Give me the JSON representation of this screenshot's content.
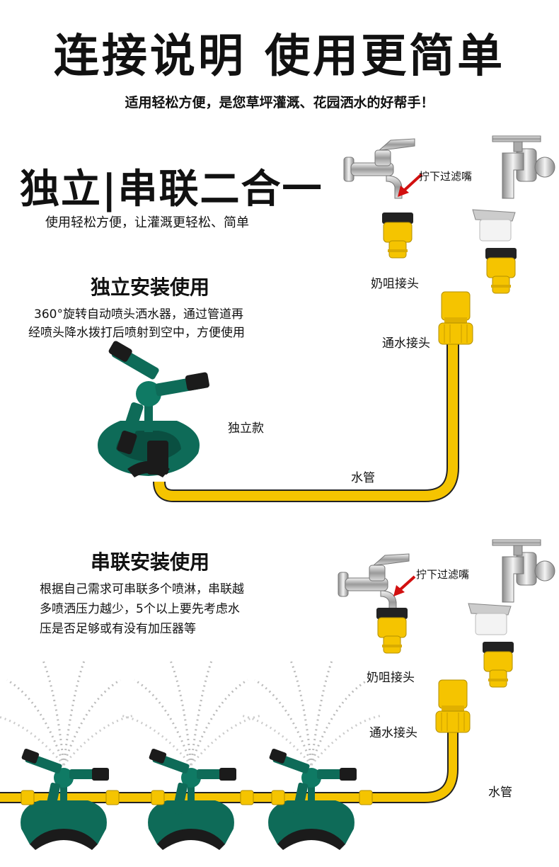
{
  "header": {
    "title": "连接说明 使用更简单",
    "subtitle": "适用轻松方便，是您草坪灌溉、花园洒水的好帮手！"
  },
  "intro": {
    "heading": "独立|串联二合一",
    "description": "使用轻松方便，让灌溉更轻松、简单"
  },
  "standalone": {
    "heading": "独立安装使用",
    "text_line1": "360°旋转自动喷头洒水器，通过管道再",
    "text_line2": "经喷头降水拨打后喷射到空中，方便使用",
    "labels": {
      "filter": "拧下过滤嘴",
      "nipple": "奶咀接头",
      "connector": "通水接头",
      "model": "独立款",
      "hose": "水管"
    }
  },
  "series": {
    "heading": "串联安装使用",
    "text_line1": "根据自己需求可串联多个喷淋，串联越",
    "text_line2": "多喷洒压力越少，5个以上要先考虑水",
    "text_line3": "压是否足够或有没有加压器等",
    "labels": {
      "filter": "拧下过滤嘴",
      "nipple": "奶咀接头",
      "connector": "通水接头",
      "hose": "水管"
    }
  },
  "colors": {
    "hose_yellow": "#f5c400",
    "sprinkler_green": "#0e6b58",
    "dark": "#1b1b1b",
    "arrow_red": "#d21010"
  }
}
